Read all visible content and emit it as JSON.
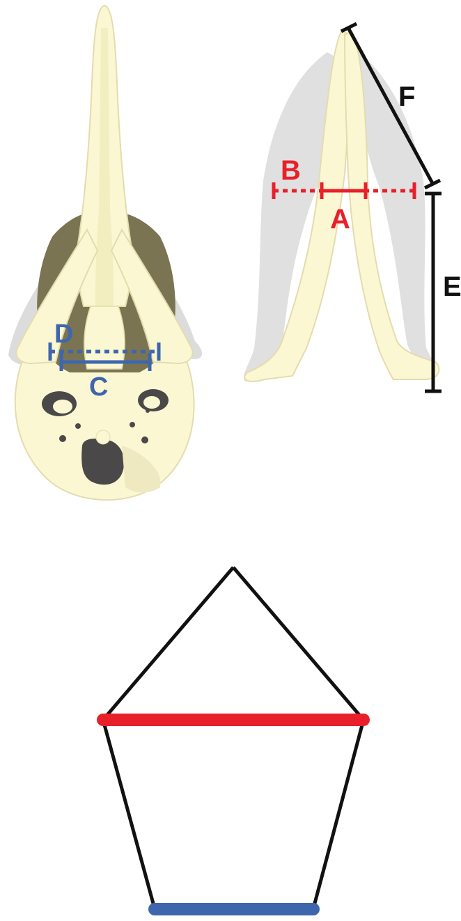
{
  "labels": {
    "a": "A",
    "b": "B",
    "c": "C",
    "d": "D",
    "e": "E",
    "f": "F"
  },
  "colors": {
    "red": "#e8202a",
    "blue": "#3d66ad",
    "black": "#111111",
    "bone": "#fbf7d2",
    "bone_outline": "#e3dcae",
    "shadow_gray": "#dcdcdc",
    "olive": "#7a7452",
    "foramen": "#4a4848"
  }
}
